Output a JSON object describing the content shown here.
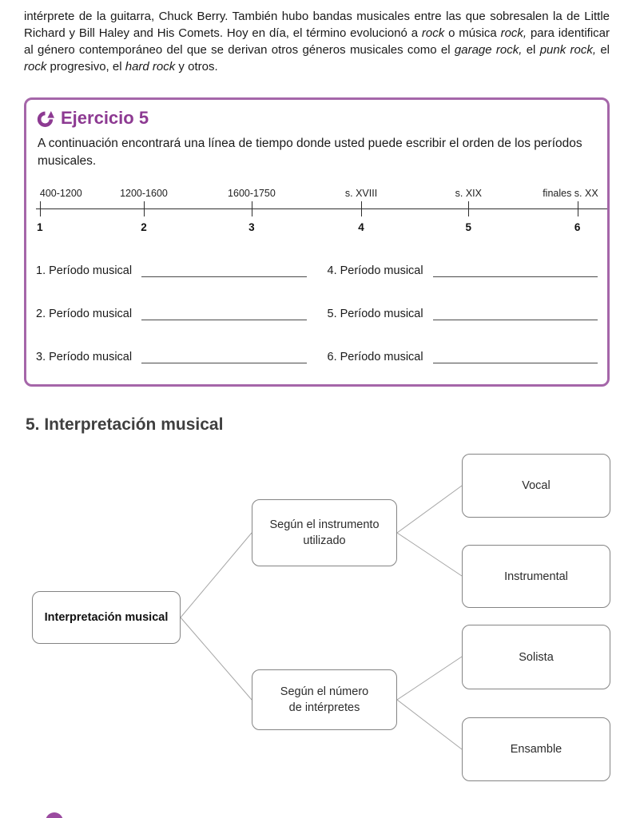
{
  "intro": {
    "segments": [
      {
        "t": "intérprete de la guitarra, Chuck Berry. También hubo bandas musicales entre las que sobresalen la de Little Richard y Bill Haley and His Comets. Hoy en día, el término evolucionó a ",
        "i": false
      },
      {
        "t": "rock",
        "i": true
      },
      {
        "t": " o música ",
        "i": false
      },
      {
        "t": "rock,",
        "i": true
      },
      {
        "t": " para identificar al género contemporáneo del que se derivan otros géneros musicales como el ",
        "i": false
      },
      {
        "t": "garage rock,",
        "i": true
      },
      {
        "t": " el ",
        "i": false
      },
      {
        "t": "punk rock,",
        "i": true
      },
      {
        "t": " el ",
        "i": false
      },
      {
        "t": "rock",
        "i": true
      },
      {
        "t": " progresivo, el ",
        "i": false
      },
      {
        "t": "hard rock",
        "i": true
      },
      {
        "t": " y otros.",
        "i": false
      }
    ]
  },
  "exercise": {
    "title": "Ejercicio 5",
    "description": "A continuación encontrará una línea de tiempo donde usted puede escribir el orden de los períodos musicales.",
    "timeline": [
      {
        "label": "400-1200",
        "number": "1"
      },
      {
        "label": "1200-1600",
        "number": "2"
      },
      {
        "label": "1600-1750",
        "number": "3"
      },
      {
        "label": "s. XVIII",
        "number": "4"
      },
      {
        "label": "s. XIX",
        "number": "5"
      },
      {
        "label": "finales s. XX",
        "number": "6"
      }
    ],
    "blanks_left": [
      "1. Período musical",
      "2. Período musical",
      "3. Período musical"
    ],
    "blanks_right": [
      "4. Período musical",
      "5. Período musical",
      "6. Período musical"
    ]
  },
  "section": {
    "heading": "5. Interpretación musical"
  },
  "diagram": {
    "root": "Interpretación musical",
    "branch_instrument": "Según el instrumento\nutilizado",
    "branch_performers": "Según el número\nde intérpretes",
    "leaf_vocal": "Vocal",
    "leaf_instrumental": "Instrumental",
    "leaf_solista": "Solista",
    "leaf_ensamble": "Ensamble"
  },
  "colors": {
    "box_border_purple": "#a566a9",
    "title_purple": "#8d3a92",
    "text_dark": "#1a1a1a",
    "diagram_border_gray": "#848484"
  }
}
